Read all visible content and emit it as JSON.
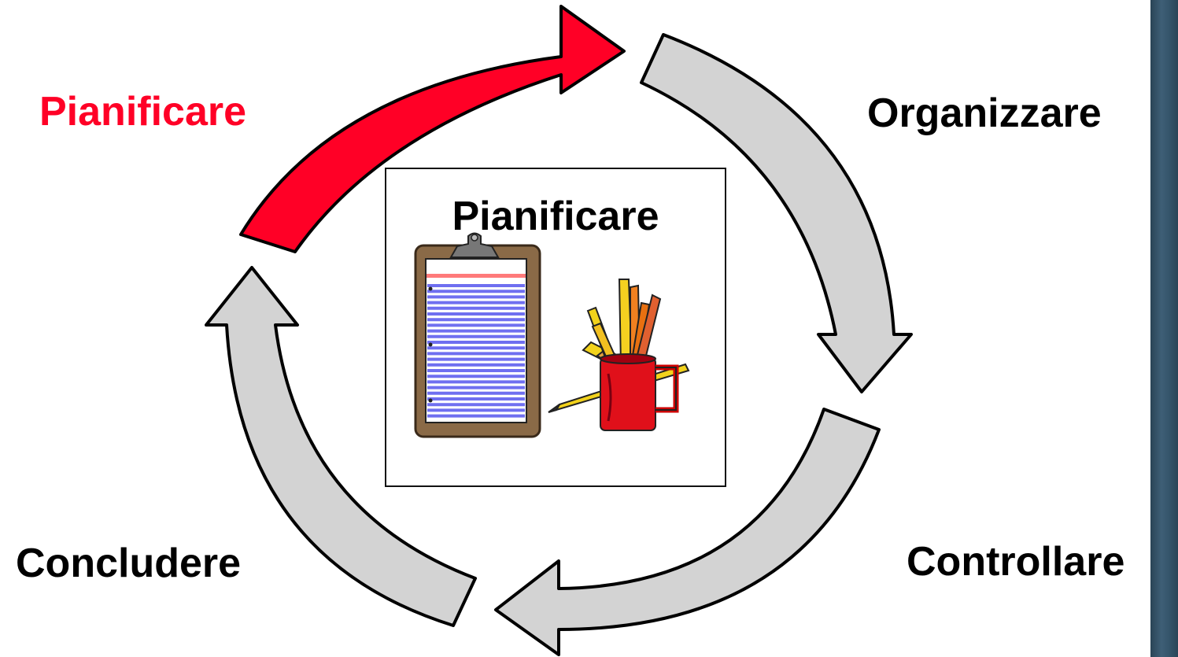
{
  "diagram": {
    "type": "cycle",
    "steps": [
      {
        "id": "plan",
        "label": "Pianificare",
        "active": true
      },
      {
        "id": "organize",
        "label": "Organizzare",
        "active": false
      },
      {
        "id": "control",
        "label": "Controllare",
        "active": false
      },
      {
        "id": "conclude",
        "label": "Concludere",
        "active": false
      }
    ],
    "center_title": "Pianificare",
    "center_icons": [
      "clipboard-icon",
      "pencil-cup-icon"
    ]
  },
  "colors": {
    "active_arrow": "#ff0026",
    "inactive_arrow": "#d3d3d3",
    "outline": "#000000",
    "active_label": "#ff0026"
  }
}
